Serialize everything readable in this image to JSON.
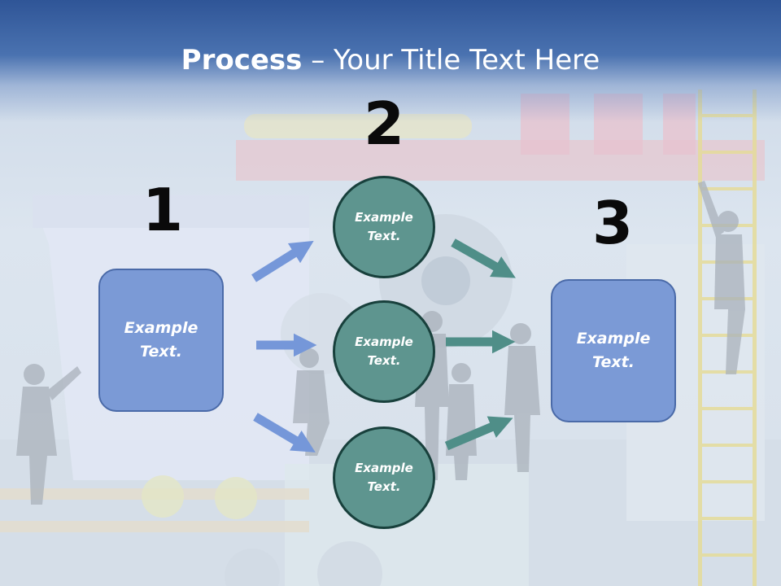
{
  "title": {
    "bold": "Process",
    "separator": " – ",
    "rest": "Your Title Text Here"
  },
  "steps": {
    "one": "1",
    "two": "2",
    "three": "3"
  },
  "boxes": {
    "left": "Example Text.",
    "top": "Example Text.",
    "middle": "Example Text.",
    "bottom": "Example Text.",
    "right": "Example Text."
  },
  "colors": {
    "header_blue": "#2f5597",
    "box_fill": "#7b9ad6",
    "circle_fill": "#5e958f",
    "arrow_blue": "#7597d9",
    "arrow_teal": "#4f8e88"
  }
}
